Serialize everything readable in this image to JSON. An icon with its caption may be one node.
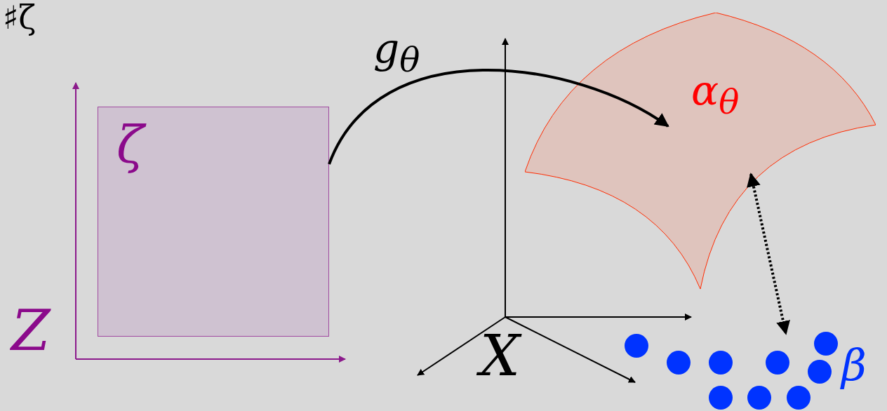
{
  "diagram": {
    "nodes": [
      {
        "text": [
          "ζ"
        ]
      },
      {
        "text": [
          "α$_{θ}$"
        ]
      },
      {
        "text": [
          "β"
        ]
      }
    ],
    "edges": [
      {
        "from": 0,
        "to": 1,
        "arrow": "to",
        "label": "g$_{θ}$"
      },
      {
        "from": 1,
        "to": 2,
        "arrow": "both",
        "style": "dashed"
      }
    ],
    "labels": [
      "♯ζ",
      "Z",
      "X"
    ]
  }
}
